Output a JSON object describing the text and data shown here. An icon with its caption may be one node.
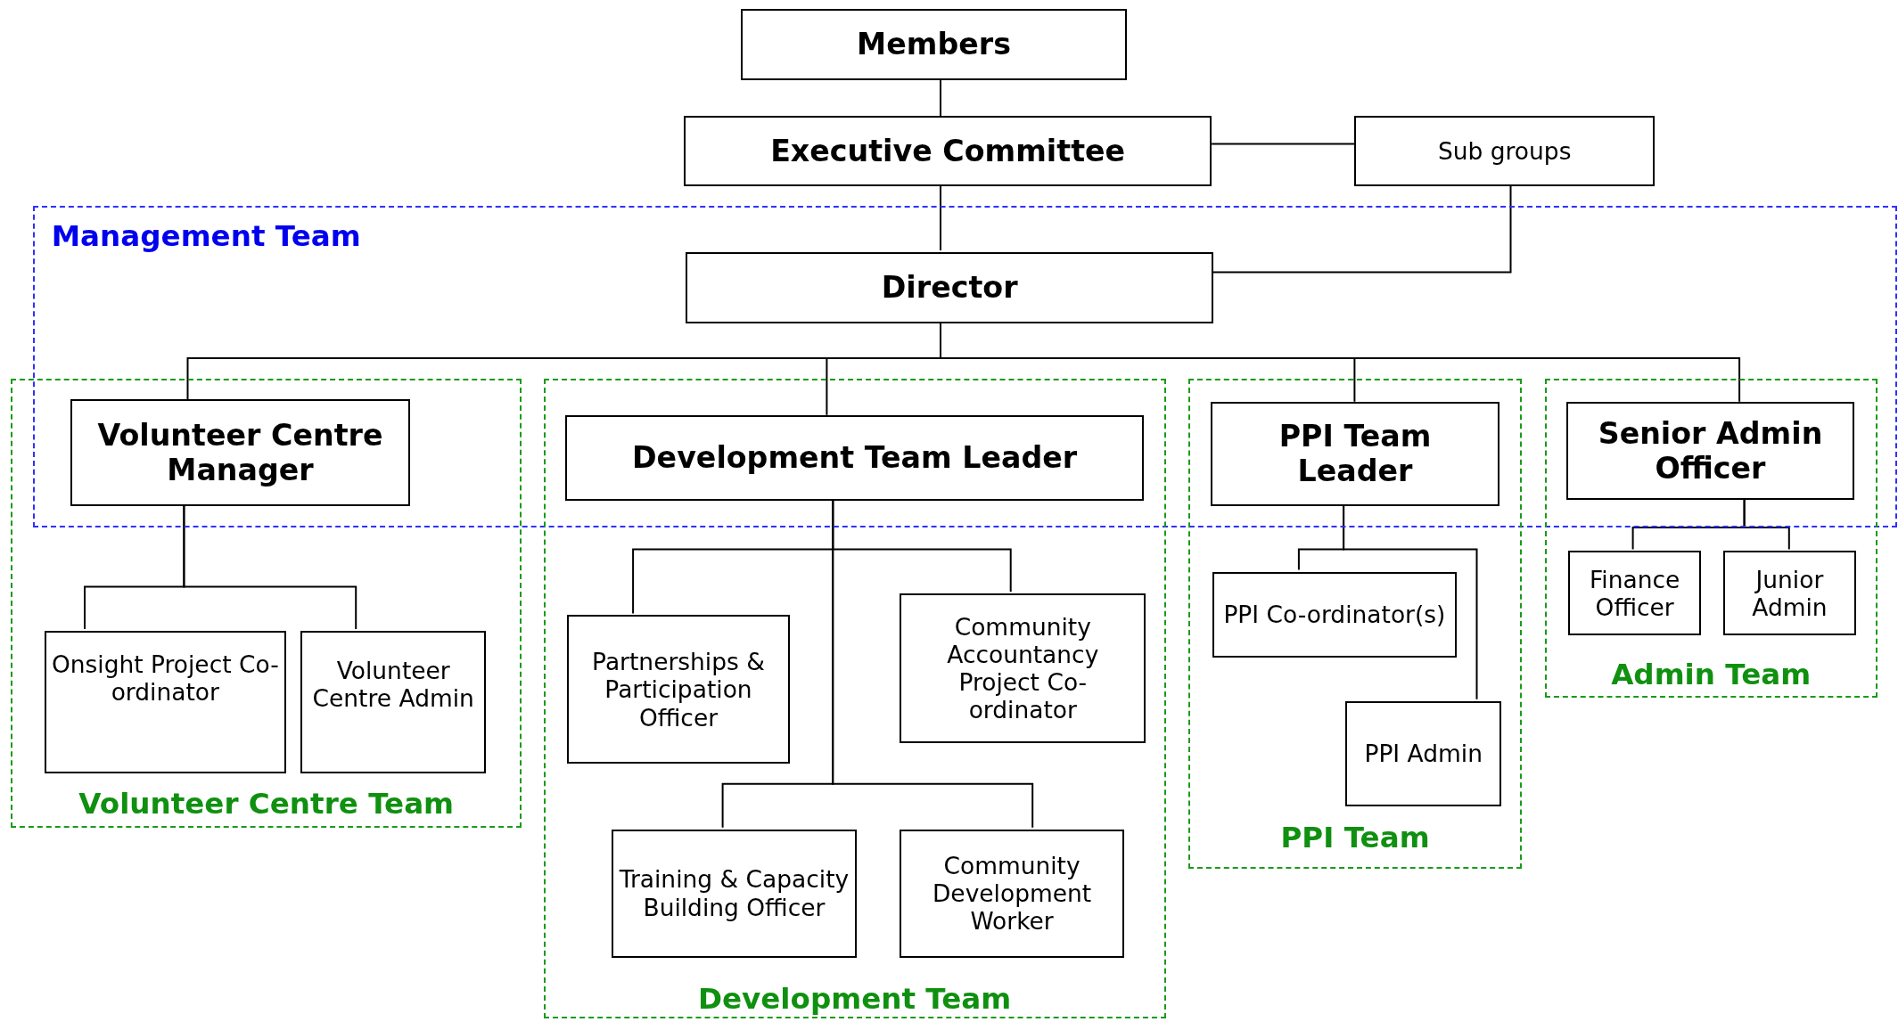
{
  "diagram": {
    "nodes": [
      {
        "text": [
          "Members"
        ]
      },
      {
        "text": [
          "Executive Committee"
        ]
      },
      {
        "text": [
          "Sub groups"
        ]
      },
      {
        "text": [
          "Management Team"
        ]
      },
      {
        "text": [
          "Director"
        ],
        "in": 3
      },
      {
        "text": [
          "Volunteer Centre Team"
        ]
      },
      {
        "text": [
          "Volunteer Centre Manager"
        ]
      },
      {
        "text": [
          "Onsight Project Co-ordinator"
        ],
        "in": 5
      },
      {
        "text": [
          "Volunteer Centre Admin"
        ],
        "in": 5
      },
      {
        "text": [
          "Development Team"
        ]
      },
      {
        "text": [
          "Development Team Leader"
        ]
      },
      {
        "text": [
          "Partnerships & Participation Officer"
        ],
        "in": 9
      },
      {
        "text": [
          "Community Accountancy Project Co-ordinator"
        ],
        "in": 9
      },
      {
        "text": [
          "Training & Capacity Building Officer"
        ],
        "in": 9
      },
      {
        "text": [
          "Community Development Worker"
        ],
        "in": 9
      },
      {
        "text": [
          "PPI Team"
        ]
      },
      {
        "text": [
          "PPI Team Leader"
        ]
      },
      {
        "text": [
          "PPI Co-ordinator(s)"
        ],
        "in": 15
      },
      {
        "text": [
          "PPI Admin"
        ],
        "in": 15
      },
      {
        "text": [
          "Admin Team"
        ]
      },
      {
        "text": [
          "Senior Admin Officer"
        ]
      },
      {
        "text": [
          "Finance Officer"
        ],
        "in": 19
      },
      {
        "text": [
          "Junior Admin"
        ],
        "in": 19
      }
    ],
    "edges": [
      {
        "from": 0,
        "to": 1,
        "arrow": "none"
      },
      {
        "from": 1,
        "to": 2,
        "arrow": "none"
      },
      {
        "from": 1,
        "to": 4,
        "arrow": "none"
      },
      {
        "from": 2,
        "to": 4,
        "arrow": "none"
      },
      {
        "from": 4,
        "to": 6,
        "arrow": "none"
      },
      {
        "from": 4,
        "to": 10,
        "arrow": "none"
      },
      {
        "from": 4,
        "to": 16,
        "arrow": "none"
      },
      {
        "from": 4,
        "to": 20,
        "arrow": "none"
      },
      {
        "from": 6,
        "to": 7,
        "arrow": "none"
      },
      {
        "from": 6,
        "to": 8,
        "arrow": "none"
      },
      {
        "from": 10,
        "to": 11,
        "arrow": "none"
      },
      {
        "from": 10,
        "to": 12,
        "arrow": "none"
      },
      {
        "from": 10,
        "to": 13,
        "arrow": "none"
      },
      {
        "from": 10,
        "to": 14,
        "arrow": "none"
      },
      {
        "from": 16,
        "to": 17,
        "arrow": "none"
      },
      {
        "from": 16,
        "to": 18,
        "arrow": "none"
      },
      {
        "from": 20,
        "to": 21,
        "arrow": "none"
      },
      {
        "from": 20,
        "to": 22,
        "arrow": "none"
      }
    ]
  }
}
